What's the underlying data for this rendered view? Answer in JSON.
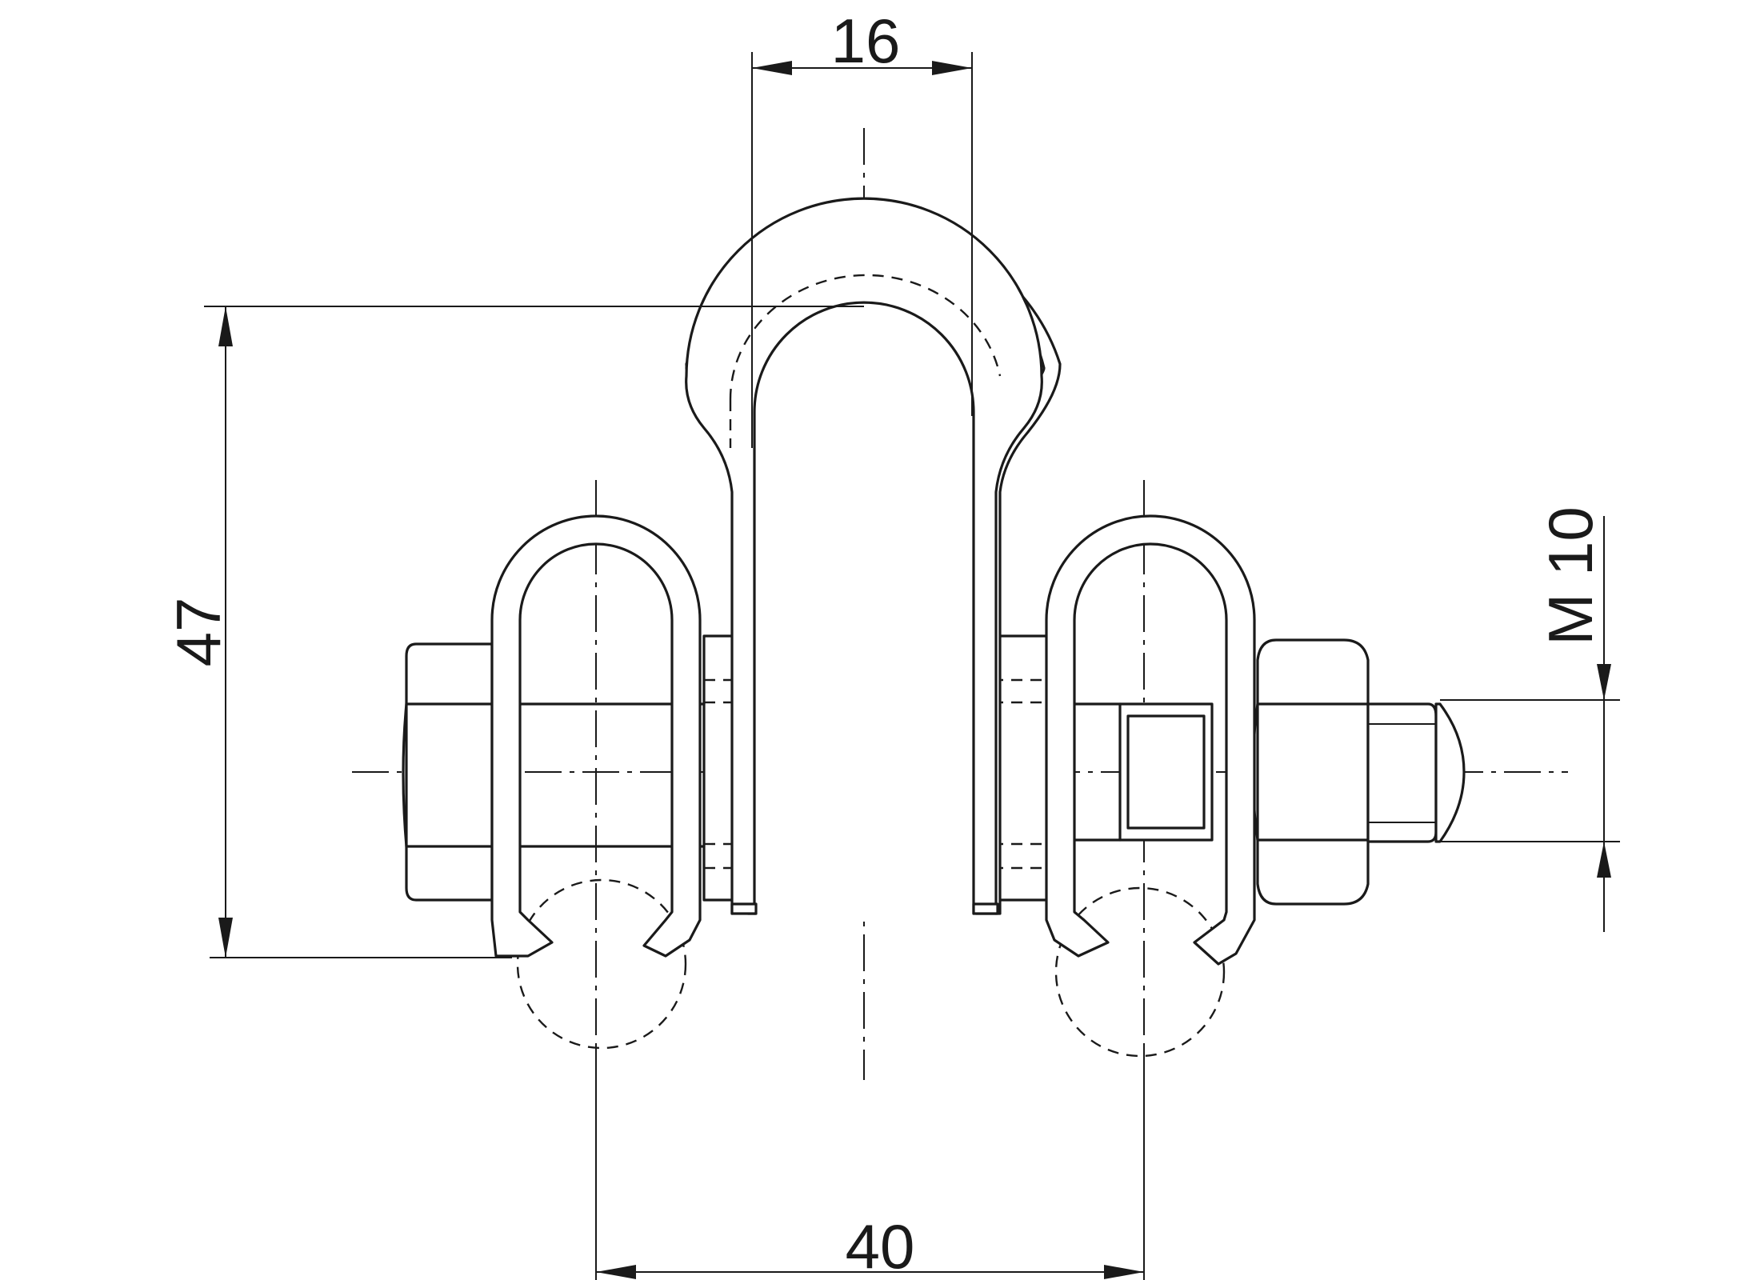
{
  "dimensions": {
    "width_label": "16",
    "height_label": "47",
    "spacing_label": "40",
    "thread_label": "M 10"
  }
}
